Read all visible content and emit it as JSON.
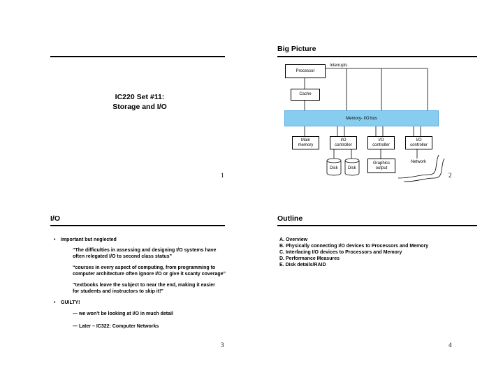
{
  "slide1": {
    "title_line1": "IC220 Set #11:",
    "title_line2": "Storage and I/O",
    "page": "1"
  },
  "slide2": {
    "title": "Big Picture",
    "page": "2",
    "diagram": {
      "interrupts": "Interrupts",
      "processor": "Processor",
      "cache": "Cache",
      "bus": "Memory- I/O bus",
      "main_memory_line1": "Main",
      "main_memory_line2": "memory",
      "io_line1": "I/O",
      "io_line2": "controller",
      "disk": "Disk",
      "graphics_line1": "Graphics",
      "graphics_line2": "output",
      "network": "Network"
    }
  },
  "slide3": {
    "title": "I/O",
    "page": "3",
    "bullet1": "Important but neglected",
    "quote1_line1": "“The difficulties in assessing and designing I/O systems have",
    "quote1_line2": "often relegated I/O to second class status”",
    "quote2_line1": "“courses in every aspect of computing, from programming to",
    "quote2_line2": "computer architecture often ignore I/O or give it scanty coverage”",
    "quote3_line1": "“textbooks leave the subject to near the end, making it easier",
    "quote3_line2": "for students and instructors to skip it!”",
    "bullet2": "GUILTY!",
    "sub1": "— we won’t be looking at I/O in much detail",
    "sub2": "— Later – IC322: Computer Networks"
  },
  "slide4": {
    "title": "Outline",
    "page": "4",
    "items": [
      "A.  Overview",
      "B.  Physically connecting I/O devices to Processors and Memory",
      "C.  Interfacing I/O devices to Processors and Memory",
      "D.  Performance Measures",
      "E.  Disk details/RAID"
    ]
  }
}
